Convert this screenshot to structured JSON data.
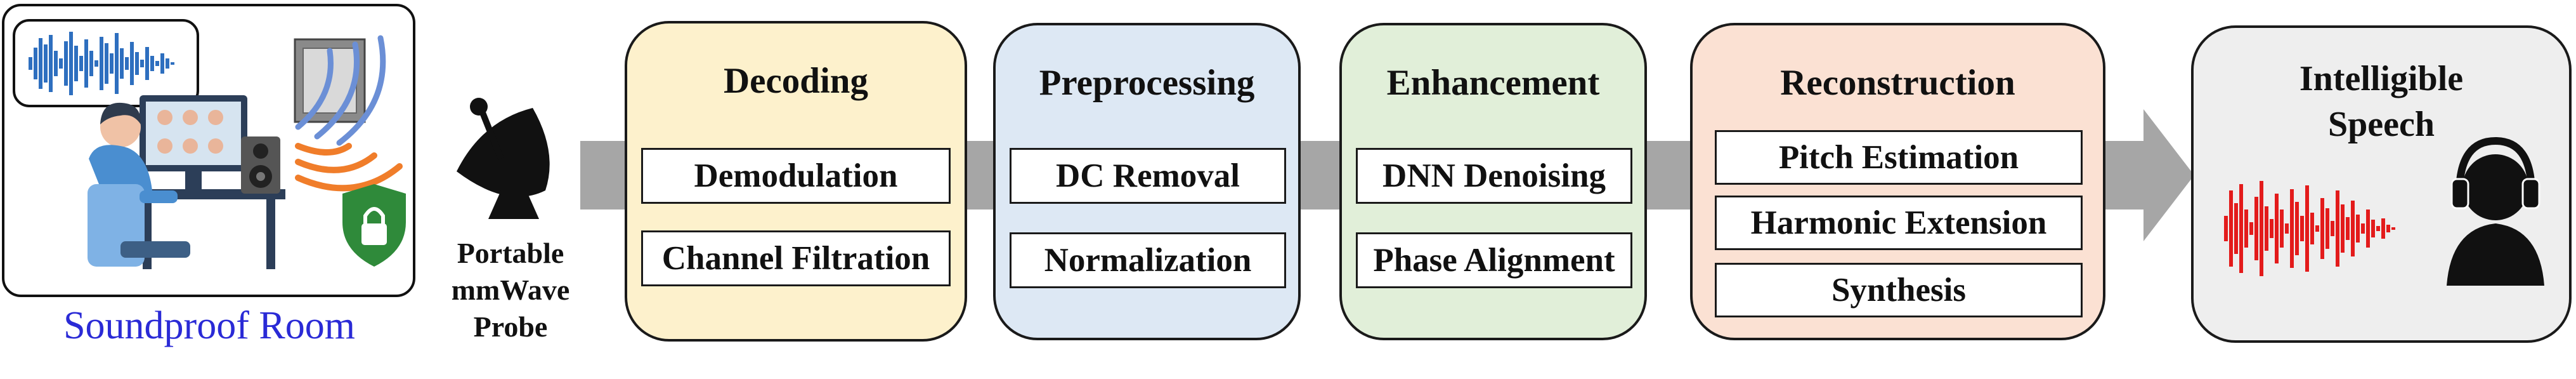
{
  "source": {
    "room_label": "Soundproof Room",
    "probe_lines": [
      "Portable",
      "mmWave",
      "Probe"
    ]
  },
  "stages": [
    {
      "title": "Decoding",
      "steps": [
        "Demodulation",
        "Channel Filtration"
      ],
      "fill": "#fdf1cc"
    },
    {
      "title": "Preprocessing",
      "steps": [
        "DC Removal",
        "Normalization"
      ],
      "fill": "#dde8f4"
    },
    {
      "title": "Enhancement",
      "steps": [
        "DNN Denoising",
        "Phase Alignment"
      ],
      "fill": "#e1efd9"
    },
    {
      "title": "Reconstruction",
      "steps": [
        "Pitch Estimation",
        "Harmonic Extension",
        "Synthesis"
      ],
      "fill": "#fbe1d3"
    }
  ],
  "output": {
    "title_lines": [
      "Intelligible",
      "Speech"
    ],
    "fill": "#eeeeee"
  },
  "colors": {
    "arrow": "#a6a6a6",
    "waveform_in": "#2e6fbf",
    "waveform_out": "#e31b1b",
    "waves_orange": "#f07d2a",
    "waves_blue": "#6b8fd6",
    "shield": "#2f8a3a"
  },
  "icons": [
    "waveform-icon",
    "person-at-computer-icon",
    "speaker-icon",
    "window-icon",
    "shield-lock-icon",
    "satellite-dish-icon",
    "headphones-listener-icon"
  ]
}
